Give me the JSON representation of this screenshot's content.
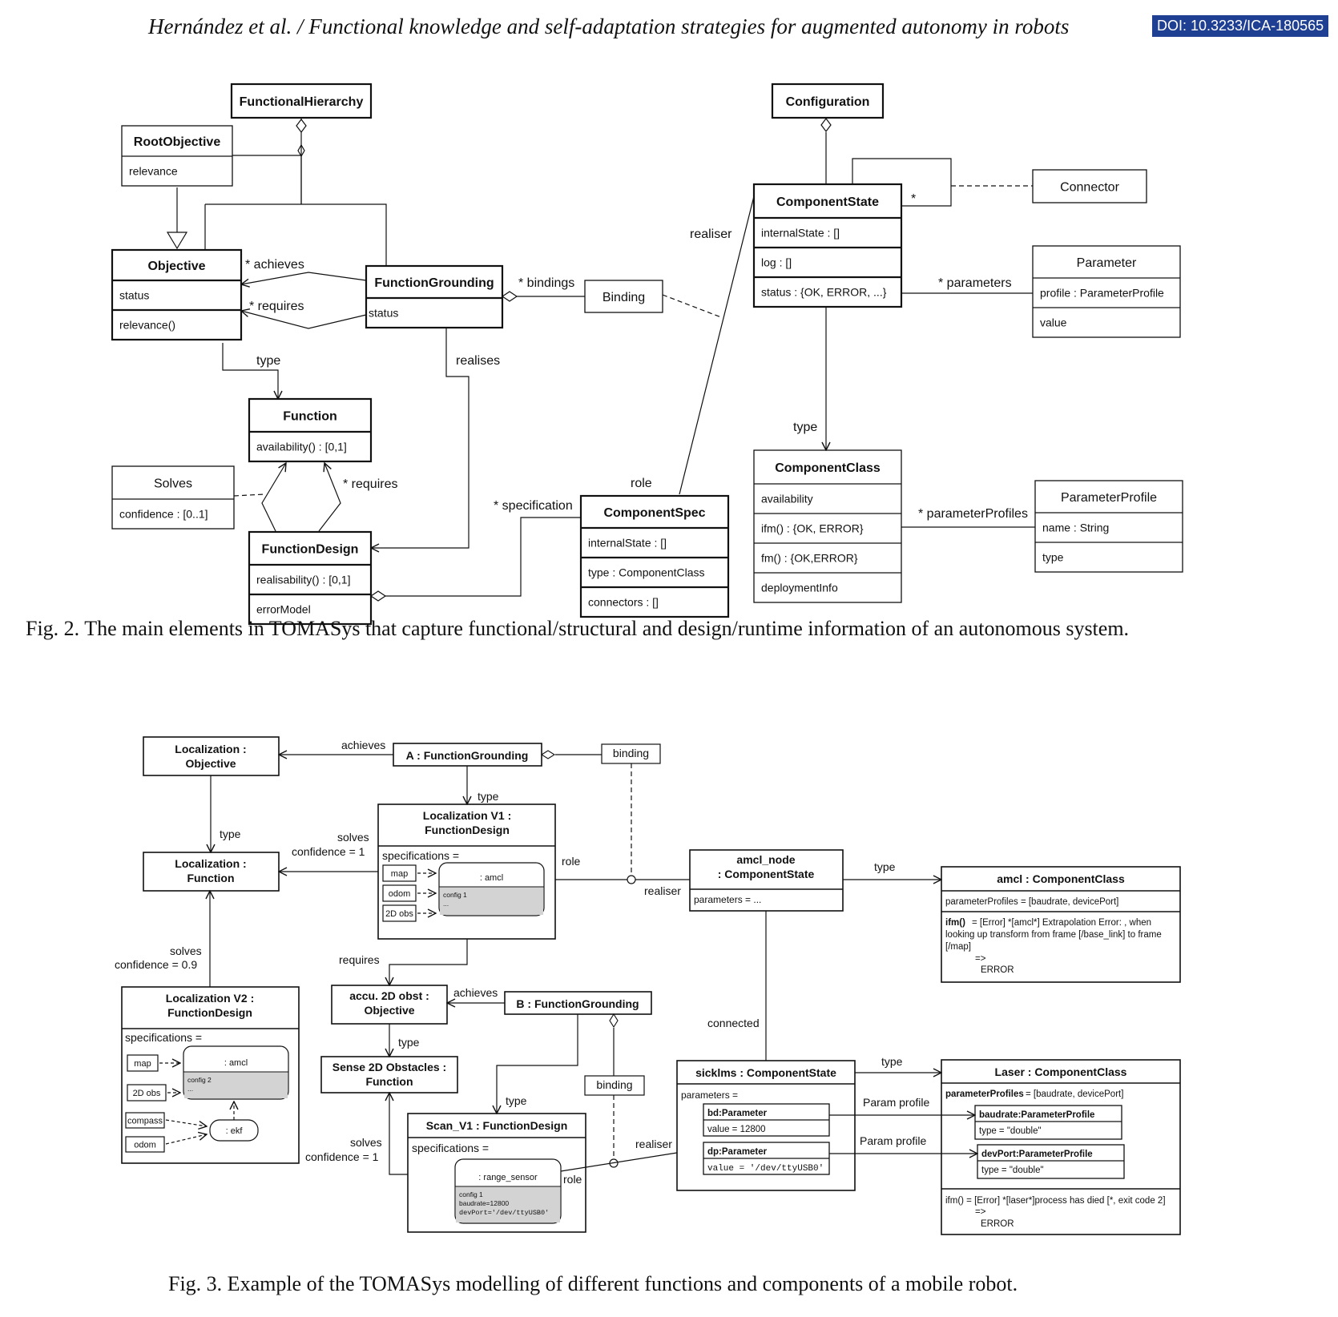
{
  "header": {
    "title": "Hernández et al. / Functional knowledge and self-adaptation strategies for augmented autonomy in robots",
    "doi": "DOI: 10.3233/ICA-180565"
  },
  "fig2": {
    "caption": "Fig. 2. The main elements in TOMASys that capture functional/structural and design/runtime information of an autonomous system.",
    "classes": {
      "functional_hierarchy": {
        "title": "FunctionalHierarchy"
      },
      "root_objective": {
        "title": "RootObjective",
        "attrs": [
          "relevance"
        ]
      },
      "objective": {
        "title": "Objective",
        "attrs": [
          "status",
          "relevance()"
        ]
      },
      "function_grounding": {
        "title": "FunctionGrounding",
        "attrs": [
          "status"
        ]
      },
      "function": {
        "title": "Function",
        "attrs": [
          "availability() : [0,1]"
        ]
      },
      "solves": {
        "title": "Solves",
        "attrs": [
          "confidence : [0..1]"
        ]
      },
      "function_design": {
        "title": "FunctionDesign",
        "attrs": [
          "realisability() : [0,1]",
          "errorModel"
        ]
      },
      "binding": {
        "title": "Binding"
      },
      "configuration": {
        "title": "Configuration"
      },
      "component_state": {
        "title": "ComponentState",
        "attrs": [
          "internalState : []",
          "log : []",
          "status : {OK, ERROR, ...}"
        ]
      },
      "connector": {
        "title": "Connector"
      },
      "parameter": {
        "title": "Parameter",
        "attrs": [
          "profile : ParameterProfile",
          "value"
        ]
      },
      "component_spec": {
        "title": "ComponentSpec",
        "attrs": [
          "internalState : []",
          "type : ComponentClass",
          "connectors : []"
        ]
      },
      "component_class": {
        "title": "ComponentClass",
        "attrs": [
          "availability",
          "ifm() : {OK, ERROR}",
          "fm() : {OK,ERROR}",
          "deploymentInfo"
        ]
      },
      "parameter_profile": {
        "title": "ParameterProfile",
        "attrs": [
          "name : String",
          "type"
        ]
      }
    },
    "labels": {
      "achieves": "* achieves",
      "requires": "* requires",
      "type": "type",
      "realises": "realises",
      "bindings": "* bindings",
      "requires2": "* requires",
      "specification": "* specification",
      "role": "role",
      "realiser": "realiser",
      "star": "*",
      "parameters": "* parameters",
      "type2": "type",
      "parameter_profiles": "* parameterProfiles"
    }
  },
  "fig3": {
    "caption": "Fig. 3. Example of the TOMASys modelling of different functions and components of a mobile robot.",
    "boxes": {
      "loc_objective": [
        "Localization :",
        "Objective"
      ],
      "a_fg": "A : FunctionGrounding",
      "binding_a": "binding",
      "loc_function": [
        "Localization :",
        "Function"
      ],
      "loc_v1": [
        "Localization V1 :",
        "FunctionDesign"
      ],
      "amcl_node": [
        "amcl_node",
        ": ComponentState"
      ],
      "amcl_node_attr": "parameters = ...",
      "amcl_class": "amcl : ComponentClass",
      "amcl_class_profiles": "parameterProfiles = [baudrate, devicePort]",
      "amcl_class_ifm_key": "ifm()",
      "amcl_class_ifm": [
        " = [Error] *[amcl*] Extrapolation Error: , when",
        "looking up transform from frame [/base_link] to frame",
        "[/map]",
        "=>",
        "ERROR"
      ],
      "loc_v2": [
        "Localization V2 :",
        "FunctionDesign"
      ],
      "accu_obj": [
        "accu. 2D obst :",
        "Objective"
      ],
      "b_fg": "B : FunctionGrounding",
      "sense_fn": [
        "Sense 2D Obstacles :",
        "Function"
      ],
      "binding_b": "binding",
      "scan_v1": "Scan_V1 : FunctionDesign",
      "sicklms": "sicklms : ComponentState",
      "sick_params": "parameters =",
      "bd_param": "bd:Parameter",
      "bd_value": "value = 12800",
      "dp_param": "dp:Parameter",
      "dp_value": "value = '/dev/ttyUSB0'",
      "laser_class": "Laser : ComponentClass",
      "laser_profiles_key": "parameterProfiles",
      "laser_profiles": " = [baudrate, devicePort]",
      "baudrate_profile": "baudrate:ParameterProfile",
      "baudrate_type": "type = \"double\"",
      "devport_profile": "devPort:ParameterProfile",
      "devport_type": "type = \"double\"",
      "laser_ifm": [
        "ifm() = [Error] *[laser*]process has died [*, exit code 2]",
        "=>",
        "ERROR"
      ]
    },
    "specs": {
      "label": "specifications =",
      "v1_inputs": [
        "map",
        "odom",
        "2D obs"
      ],
      "v1_comp": ": amcl",
      "v1_config": [
        "config 1",
        "..."
      ],
      "v2_inputs": [
        "map",
        "2D obs",
        "compass",
        "odom"
      ],
      "v2_comp": ": amcl",
      "v2_config": [
        "config 2",
        "..."
      ],
      "v2_ekf": ": ekf",
      "scan_comp": ": range_sensor",
      "scan_config": [
        "config 1",
        "baudrate=12800",
        "devPort='/dev/ttyUSB0'"
      ]
    },
    "labels": {
      "achieves": "achieves",
      "type1": "type",
      "type2": "type",
      "solves1": "solves",
      "confidence1": "confidence = 1",
      "role1": "role",
      "realiser1": "realiser",
      "type3": "type",
      "solves2": "solves",
      "confidence2": "confidence = 0.9",
      "requires": "requires",
      "achieves2": "achieves",
      "type4": "type",
      "type5": "type",
      "connected": "connected",
      "type6": "type",
      "param_profile1": "Param profile",
      "param_profile2": "Param profile",
      "solves3": "solves",
      "confidence3": "confidence = 1",
      "realiser2": "realiser",
      "role2": "role"
    }
  }
}
